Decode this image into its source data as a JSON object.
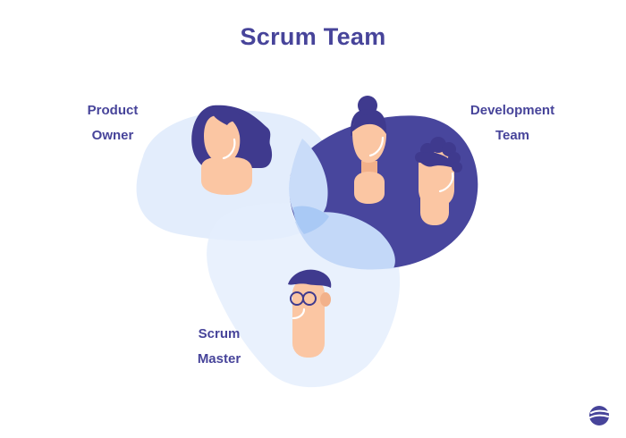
{
  "title": "Scrum Team",
  "roles": {
    "product_owner": {
      "line1": "Product",
      "line2": "Owner"
    },
    "development_team": {
      "line1": "Development",
      "line2": "Team"
    },
    "scrum_master": {
      "line1": "Scrum",
      "line2": "Master"
    }
  },
  "colors": {
    "primary": "#47449a",
    "blob_light": "#dce9fb",
    "blob_overlap": "#bcd6fa",
    "skin": "#fbc6a3",
    "skin_shadow": "#f2b18a",
    "hair": "#3f3a8e"
  },
  "icons": {
    "logo": "company-logo-icon"
  }
}
